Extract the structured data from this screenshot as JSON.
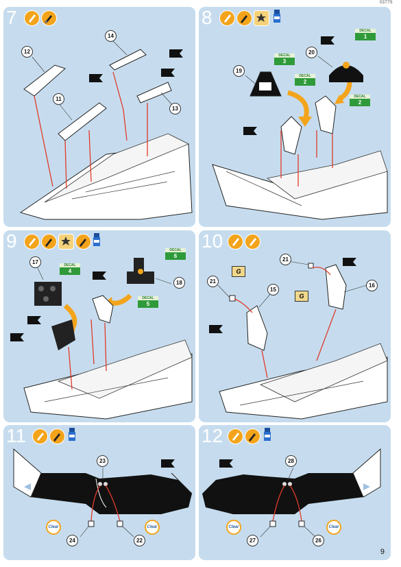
{
  "doc_code": "03775",
  "page_number": "9",
  "steps": [
    {
      "number": "7",
      "callouts": [
        "12",
        "14",
        "11",
        "13"
      ],
      "decals": []
    },
    {
      "number": "8",
      "callouts": [
        "19",
        "20"
      ],
      "decals": [
        "3",
        "1",
        "2",
        "2"
      ]
    },
    {
      "number": "9",
      "callouts": [
        "17",
        "18"
      ],
      "decals": [
        "4",
        "6",
        "5"
      ]
    },
    {
      "number": "10",
      "callouts": [
        "21",
        "21",
        "15",
        "16"
      ],
      "decals": []
    },
    {
      "number": "11",
      "callouts": [
        "23",
        "24",
        "22"
      ],
      "decals": []
    },
    {
      "number": "12",
      "callouts": [
        "28",
        "27",
        "26"
      ],
      "decals": []
    }
  ],
  "labels": {
    "decal_word": "DECAL",
    "clear_word": "Clear",
    "glue_letter": "G",
    "part_ref_6": "6"
  },
  "colors": {
    "panel_bg": "#c6dcee",
    "icon_orange": "#f3a41b",
    "arrow_red": "#e03a2a",
    "decal_green": "#2f9a3a"
  }
}
